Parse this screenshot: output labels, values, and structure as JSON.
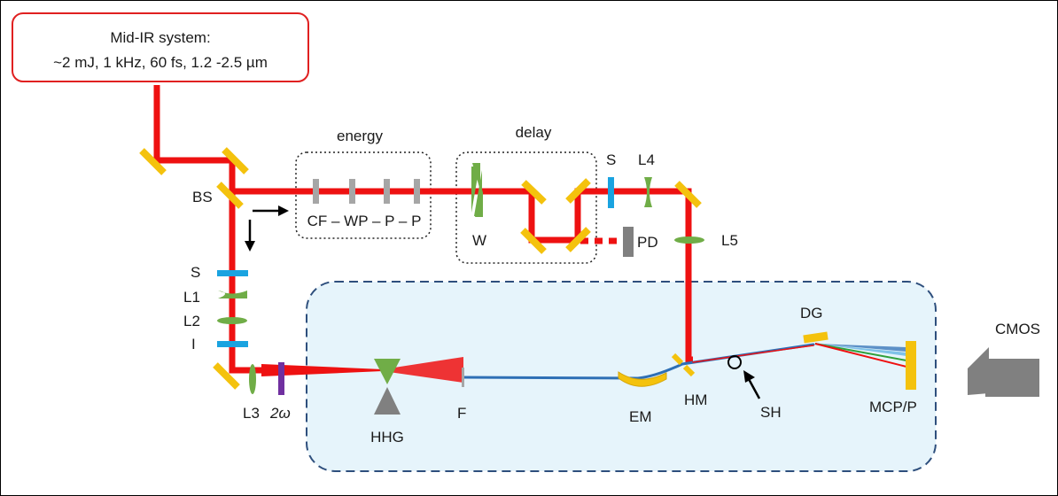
{
  "source": {
    "line1": "Mid-IR system:",
    "line2": "~2 mJ, 1 kHz, 60 fs, 1.2 -2.5 µm"
  },
  "boxes": {
    "energy_title": "energy",
    "energy_content": "CF – WP – P – P",
    "delay_title": "delay"
  },
  "labels": {
    "bs": "BS",
    "s_vertical": "S",
    "l1": "L1",
    "l2": "L2",
    "i": "I",
    "l3": "L3",
    "two_omega": "2ω",
    "w": "W",
    "s_top": "S",
    "l4": "L4",
    "l5": "L5",
    "pd": "PD",
    "hhg": "HHG",
    "f": "F",
    "em": "EM",
    "hm": "HM",
    "sh": "SH",
    "dg": "DG",
    "mcp": "MCP/P",
    "cmos": "CMOS"
  },
  "colors": {
    "beam_ir": "#ee1111",
    "beam_xuv": "#2e6fb5",
    "mirror": "#f4c20d",
    "lens": "#70ad47",
    "iris_shutter": "#1aa3e0",
    "filter_gray": "#a6a6a6",
    "vacuum_fill": "#e6f4fb",
    "vacuum_border": "#2e4f7d",
    "source_border": "#e02020",
    "camera": "#808080",
    "plate_2w": "#7030a0"
  }
}
